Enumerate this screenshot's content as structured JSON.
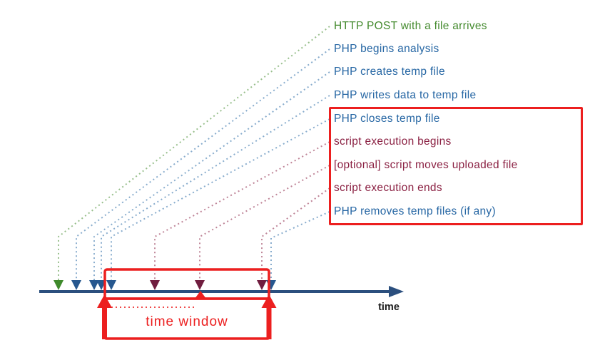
{
  "palette": {
    "green": "#448a2e",
    "blue": "#2767a4",
    "maroon": "#8b2143",
    "red": "#ec1f1f",
    "axis": "#2b4f7e",
    "time_text": "#1b1b1b"
  },
  "events": [
    {
      "label": "HTTP POST with a file arrives",
      "color": "green"
    },
    {
      "label": "PHP begins analysis",
      "color": "blue"
    },
    {
      "label": "PHP creates temp file",
      "color": "blue"
    },
    {
      "label": "PHP writes data to temp file",
      "color": "blue"
    },
    {
      "label": "PHP closes temp file",
      "color": "blue"
    },
    {
      "label": "script execution begins",
      "color": "maroon"
    },
    {
      "label": "[optional] script moves uploaded file",
      "color": "maroon"
    },
    {
      "label": "script execution ends",
      "color": "maroon"
    },
    {
      "label": "PHP removes temp files (if any)",
      "color": "blue"
    }
  ],
  "timeline": {
    "axis_label": "time",
    "window_label": "time window"
  }
}
